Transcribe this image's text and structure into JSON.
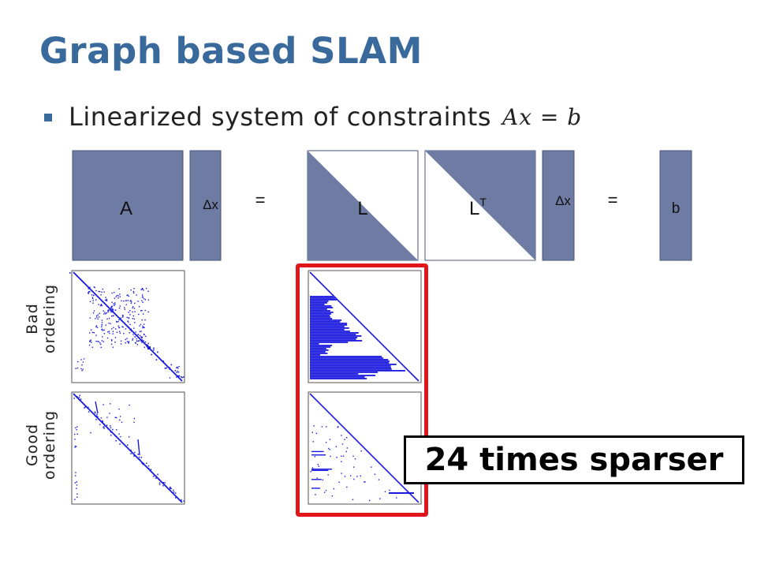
{
  "title": "Graph based SLAM",
  "bullet": {
    "text": "Linearized system of constraints",
    "equation": "Ax = b"
  },
  "equation_diagram": {
    "matrix_A_label": "A",
    "delta_x_label": "Δx",
    "equals_label": "=",
    "matrix_L_label": "L",
    "matrix_LT_base": "L",
    "matrix_LT_sup": "T",
    "vector_b_label": "b",
    "fill_color": "#6e7ba3"
  },
  "labels": {
    "bad_line1": "Bad",
    "bad_line2": "ordering",
    "good_line1": "Good",
    "good_line2": "ordering"
  },
  "callout": "24 times sparser",
  "colors": {
    "title": "#3a6a9c",
    "highlight": "#e0161b",
    "sparsity": "#1a1adf"
  }
}
